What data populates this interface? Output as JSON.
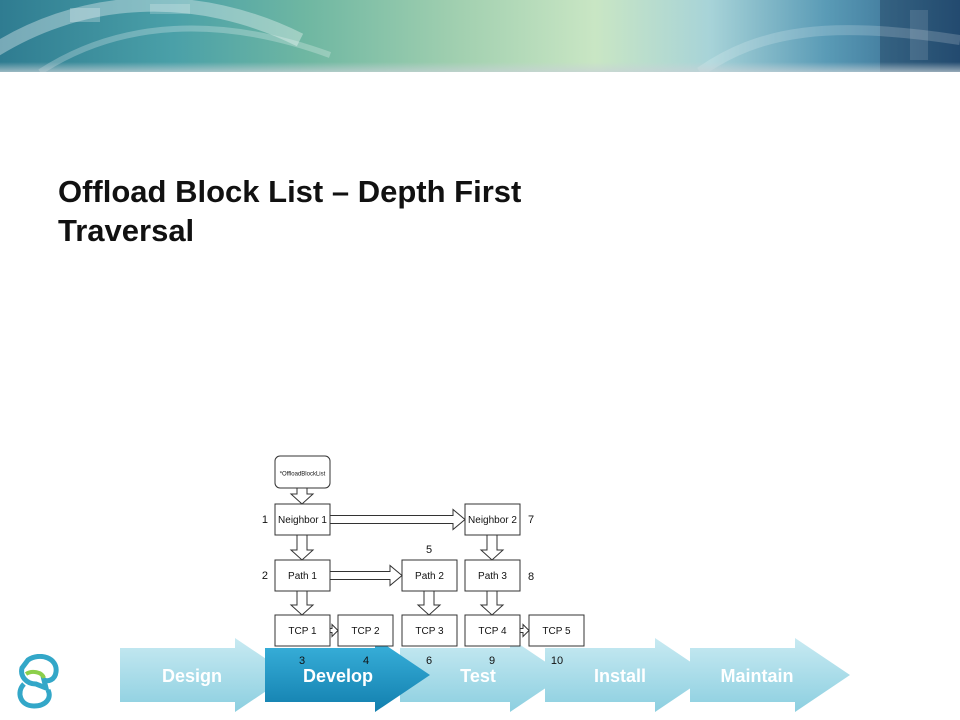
{
  "slide": {
    "title_line1": "Offload Block List – Depth First",
    "title_line2": "Traversal"
  },
  "diagram": {
    "root": "*OffloadBlockList",
    "neighbors": [
      "Neighbor 1",
      "Neighbor 2"
    ],
    "paths": [
      "Path 1",
      "Path 2",
      "Path 3"
    ],
    "tcps": [
      "TCP 1",
      "TCP 2",
      "TCP 3",
      "TCP 4",
      "TCP 5"
    ],
    "step_labels": {
      "s1": "1",
      "s2": "2",
      "s3": "3",
      "s4": "4",
      "s5": "5",
      "s6": "6",
      "s7": "7",
      "s8": "8",
      "s9": "9",
      "s10": "10"
    }
  },
  "process": {
    "steps": [
      "Design",
      "Develop",
      "Test",
      "Install",
      "Maintain"
    ]
  },
  "colors": {
    "light_arrow": "#aedde8",
    "active_arrow": "#1d9ac8",
    "banner_dark": "#2b5d86",
    "banner_light": "#c9e6c4"
  }
}
